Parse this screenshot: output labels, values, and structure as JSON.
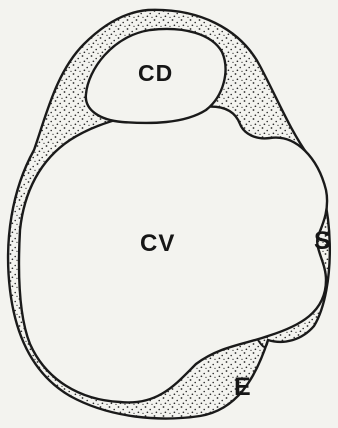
{
  "figure": {
    "labels": {
      "cd": "CD",
      "cv": "CV",
      "s": "S",
      "e": "E"
    },
    "colors": {
      "background": "#f3f3ef",
      "outline": "#1a1a1a",
      "stipple": "#2a2a2a"
    }
  }
}
